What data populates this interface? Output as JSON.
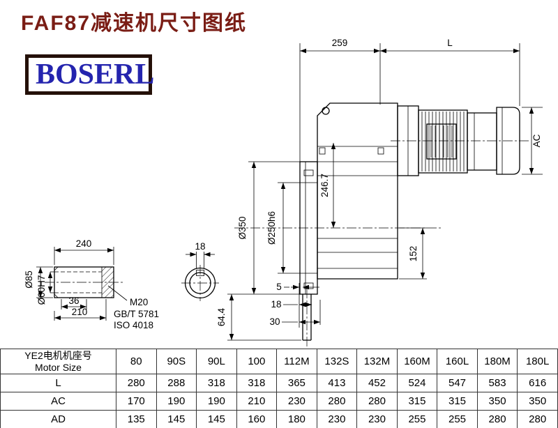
{
  "header": {
    "title": "FAF87减速机尺寸图纸",
    "brand": "BOSERL"
  },
  "drawing": {
    "top_width": "259",
    "motor_length": "L",
    "motor_diameter": "AC",
    "axis_dim": "246.7",
    "flange_diameter": "Ø350",
    "spigot_diameter": "Ø250h6",
    "base_height": "152",
    "shaft_total_length": "240",
    "keyway_width": "18",
    "shaft_diameter": "Ø85",
    "bore_diameter": "Ø60H7",
    "bore_depth": "36",
    "shaft_length": "210",
    "thread_spec": "M20",
    "thread_standard_gb": "GB/T 5781",
    "thread_standard_iso": "ISO 4018",
    "offset_5": "5",
    "offset_18": "18",
    "offset_30": "30",
    "end_height": "64.4"
  },
  "table": {
    "header_cn": "YE2电机机座号",
    "header_en": "Motor Size",
    "sizes": [
      "80",
      "90S",
      "90L",
      "100",
      "112M",
      "132S",
      "132M",
      "160M",
      "160L",
      "180M",
      "180L"
    ],
    "rows": [
      {
        "label": "L",
        "values": [
          "280",
          "288",
          "318",
          "318",
          "365",
          "413",
          "452",
          "524",
          "547",
          "583",
          "616"
        ]
      },
      {
        "label": "AC",
        "values": [
          "170",
          "190",
          "190",
          "210",
          "230",
          "280",
          "280",
          "315",
          "315",
          "350",
          "350"
        ]
      },
      {
        "label": "AD",
        "values": [
          "135",
          "145",
          "145",
          "160",
          "180",
          "230",
          "230",
          "255",
          "255",
          "280",
          "280"
        ]
      }
    ]
  },
  "colors": {
    "title": "#7a1d15",
    "brand_text": "#2424ae",
    "brand_border": "#241008",
    "line": "#000000"
  }
}
